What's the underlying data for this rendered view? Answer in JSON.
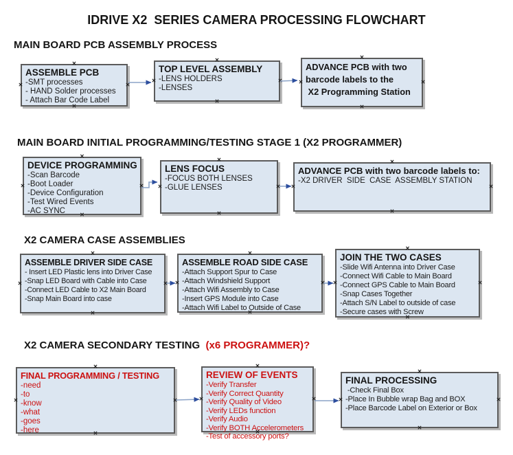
{
  "title": "IDRIVE X2  SERIES CAMERA PROCESSING FLOWCHART",
  "colors": {
    "box_fill": "#dce6f1",
    "box_border": "#5b5b5b",
    "box_shadow": "#808080",
    "arrow_line": "#8ba3c7",
    "arrow_head": "#2d4e9e",
    "red_text": "#cc1111",
    "black_text": "#151515"
  },
  "sections": [
    {
      "heading": "MAIN BOARD PCB ASSEMBLY PROCESS",
      "boxes": [
        {
          "title": "ASSEMBLE PCB",
          "items": [
            "-SMT processes",
            "- HAND Solder processes",
            "- Attach Bar Code Label"
          ]
        },
        {
          "title": "TOP LEVEL ASSEMBLY",
          "items": [
            "-LENS HOLDERS",
            "-LENSES"
          ]
        },
        {
          "title": "ADVANCE PCB with two\nbarcode labels to the\n X2 Programming Station",
          "items": []
        }
      ]
    },
    {
      "heading": "MAIN BOARD INITIAL PROGRAMMING/TESTING STAGE 1 (X2 PROGRAMMER)",
      "boxes": [
        {
          "title": "DEVICE PROGRAMMING",
          "items": [
            "-Scan Barcode",
            "-Boot Loader",
            "-Device Configuration",
            "-Test Wired Events",
            "-AC SYNC"
          ]
        },
        {
          "title": "LENS FOCUS",
          "items": [
            "-FOCUS BOTH LENSES",
            "-GLUE LENSES"
          ]
        },
        {
          "title": "ADVANCE PCB with two barcode labels to:",
          "items": [
            "-X2 DRIVER  SIDE  CASE  ASSEMBLY STATION"
          ]
        }
      ]
    },
    {
      "heading": "X2 CAMERA CASE ASSEMBLIES",
      "boxes": [
        {
          "title": "ASSEMBLE DRIVER SIDE CASE",
          "items": [
            "- Insert LED Plastic lens into Driver Case",
            "-Snap LED Board with Cable into Case",
            "-Connect LED Cable to X2 Main Board",
            "-Snap Main Board into case"
          ]
        },
        {
          "title": "ASSEMBLE ROAD SIDE CASE",
          "items": [
            "-Attach Support Spur to Case",
            "-Attach Windshield Support",
            "-Attach Wifi Assembly to Case",
            "-Insert GPS Module into Case",
            "-Attach Wifi Label to Outside of Case"
          ]
        },
        {
          "title": "JOIN THE TWO CASES",
          "items": [
            "-Slide Wifi Antenna into Driver Case",
            "-Connect Wifi Cable to Main Board",
            "-Connect GPS Cable to Main Board",
            "-Snap Cases Together",
            "-Attach S/N Label to outside of case",
            "-Secure cases with Screw"
          ]
        }
      ]
    },
    {
      "heading_black": "X2 CAMERA SECONDARY TESTING",
      "heading_red": "  (x6 PROGRAMMER)?",
      "boxes": [
        {
          "title": "FINAL PROGRAMMING / TESTING",
          "items": [
            "-need",
            "-to",
            "-know",
            "-what",
            "-goes",
            "-here"
          ]
        },
        {
          "title": "REVIEW OF EVENTS",
          "items": [
            "-Verify Transfer",
            "-Verify Correct Quantity",
            "-Verify Quality of Video",
            "-Verify LEDs function",
            "-Verify Audio",
            "-Verify BOTH Accelerometers",
            "-Test of accessory ports?"
          ]
        },
        {
          "title": "FINAL PROCESSING",
          "items": [
            " -Check Final Box",
            "-Place In Bubble wrap Bag and BOX",
            "-Place Barcode Label on Exterior or Box"
          ]
        }
      ]
    }
  ]
}
